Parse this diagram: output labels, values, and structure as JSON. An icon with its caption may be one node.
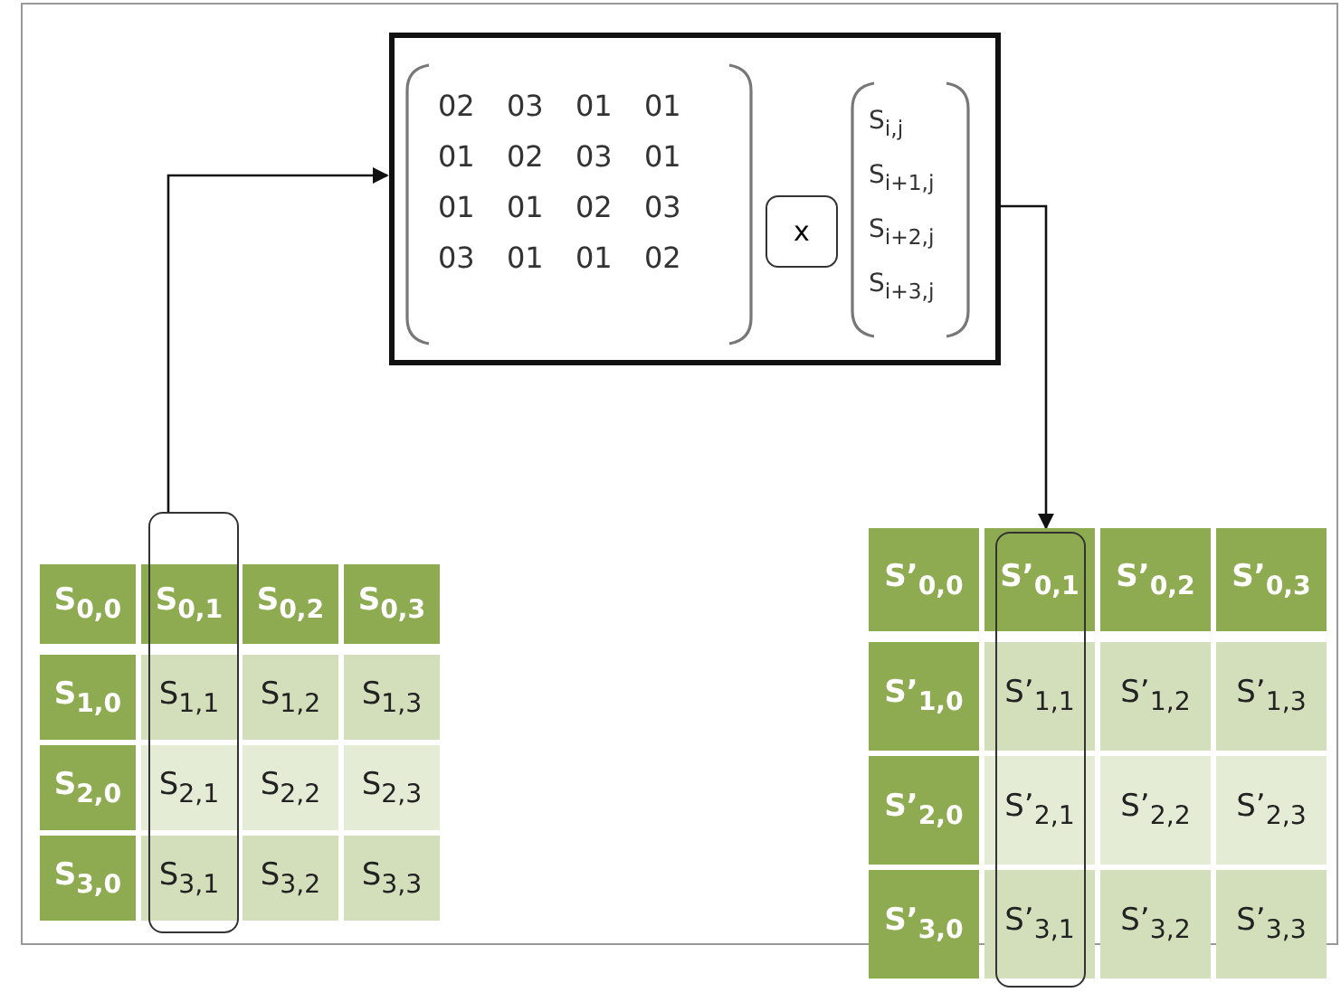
{
  "diagram": {
    "nodes": [
      {
        "text": [],
        "shape": "box"
      },
      {
        "text": [
          "x"
        ],
        "in": 0
      },
      {
        "text": [],
        "shape": "box"
      },
      {
        "text": [],
        "shape": "box"
      }
    ],
    "edges": [
      {
        "from": 2,
        "to": 0,
        "arrow": "to"
      },
      {
        "from": 0,
        "to": 3,
        "arrow": "to"
      }
    ],
    "labels": [
      "02",
      "03",
      "01",
      "01",
      "01",
      "02",
      "03",
      "01",
      "01",
      "01",
      "02",
      "03",
      "03",
      "01",
      "01",
      "02",
      "S$_{i,j}$",
      "S$_{i+1,j}$",
      "S$_{i+2,j}$",
      "S$_{i+3,j}$",
      "S$_{0,0}$",
      "S$_{0,1}$",
      "S$_{0,2}$",
      "S$_{0,3}$",
      "S$_{1,0}$",
      "S$_{1,1}$",
      "S$_{1,2}$",
      "S$_{1,3}$",
      "S$_{2,0}$",
      "S$_{2,1}$",
      "S$_{2,2}$",
      "S$_{2,3}$",
      "S$_{3,0}$",
      "S$_{3,1}$",
      "S$_{3,2}$",
      "S$_{3,3}$",
      "S’$_{0,0}$",
      "S’$_{0,1}$",
      "S’$_{0,2}$",
      "S’$_{0,3}$",
      "S’$_{1,0}$",
      "S’$_{1,1}$",
      "S’$_{1,2}$",
      "S’$_{1,3}$",
      "S’$_{2,0}$",
      "S’$_{2,1}$",
      "S’$_{2,2}$",
      "S’$_{2,3}$",
      "S’$_{3,0}$",
      "S’$_{3,1}$",
      "S’$_{3,2}$",
      "S’$_{3,3}$"
    ]
  }
}
